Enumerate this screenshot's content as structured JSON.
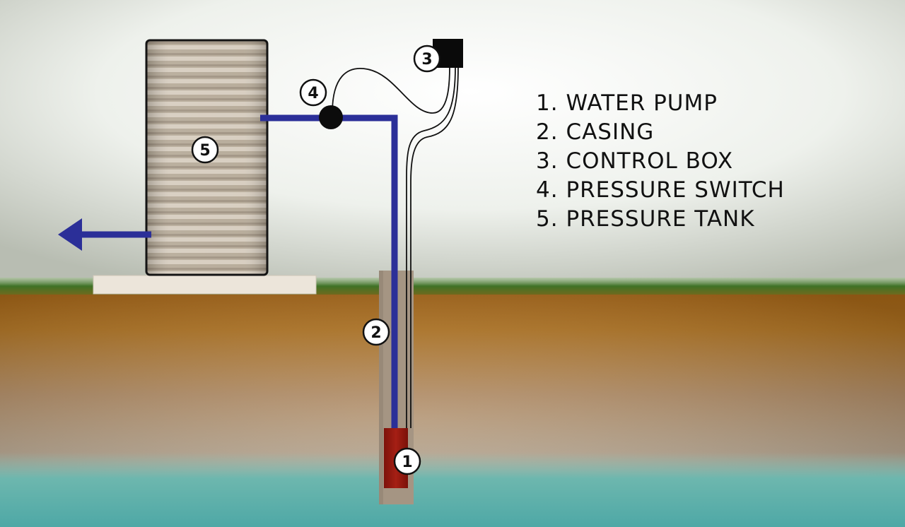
{
  "legend": {
    "items": [
      {
        "number": "1.",
        "label": "WATER PUMP"
      },
      {
        "number": "2.",
        "label": "CASING"
      },
      {
        "number": "3.",
        "label": "CONTROL BOX"
      },
      {
        "number": "4.",
        "label": "PRESSURE SWITCH"
      },
      {
        "number": "5.",
        "label": "PRESSURE TANK"
      }
    ]
  },
  "callouts": {
    "pump": "1",
    "casing": "2",
    "control_box": "3",
    "pressure_switch": "4",
    "pressure_tank": "5"
  },
  "colors": {
    "sky_center": "#ffffff",
    "sky_edge": "#b8bdb2",
    "grass": "#4f7a28",
    "soil_top": "#b06a16",
    "soil_mid": "#b08a62",
    "water": "#5fb0aa",
    "pipe": "#2b2f98",
    "casing": "#a59583",
    "pump": "#9e1a10",
    "tank": "#b7aa98",
    "slab": "#ece5da",
    "wire": "#111111"
  }
}
